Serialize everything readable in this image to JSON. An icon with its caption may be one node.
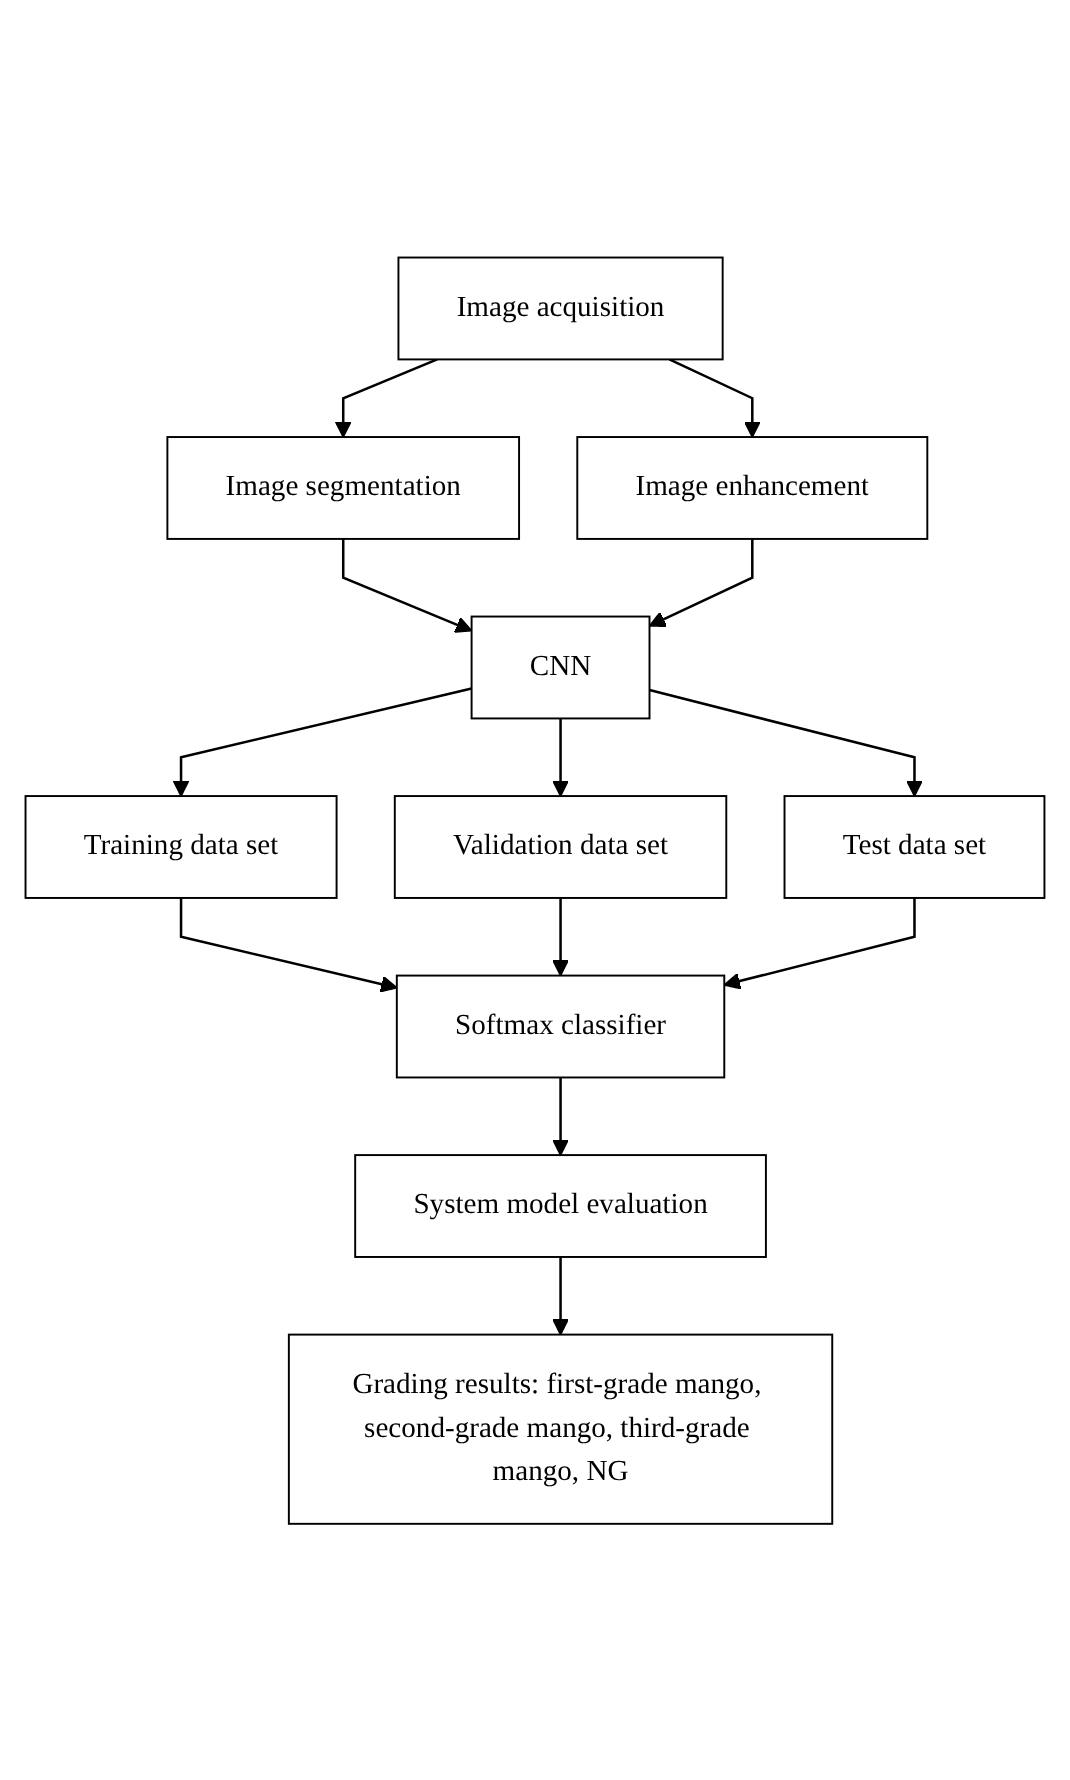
{
  "diagram": {
    "nodes": [
      {
        "text": [
          "Image acquisition"
        ]
      },
      {
        "text": [
          "Image segmentation"
        ]
      },
      {
        "text": [
          "Image enhancement"
        ]
      },
      {
        "text": [
          "CNN"
        ]
      },
      {
        "text": [
          "Training data set"
        ]
      },
      {
        "text": [
          "Validation data set"
        ]
      },
      {
        "text": [
          "Test data set"
        ]
      },
      {
        "text": [
          "Softmax classifier"
        ]
      },
      {
        "text": [
          "System model evaluation"
        ]
      },
      {
        "text": [
          "Grading results: first-grade mango, second-grade mango, third-grade mango, NG"
        ]
      }
    ],
    "edges": [
      {
        "from": 0,
        "to": 1,
        "arrow": "to"
      },
      {
        "from": 0,
        "to": 2,
        "arrow": "to"
      },
      {
        "from": 1,
        "to": 3,
        "arrow": "to"
      },
      {
        "from": 2,
        "to": 3,
        "arrow": "to"
      },
      {
        "from": 3,
        "to": 4,
        "arrow": "to"
      },
      {
        "from": 3,
        "to": 5,
        "arrow": "to"
      },
      {
        "from": 3,
        "to": 6,
        "arrow": "to"
      },
      {
        "from": 4,
        "to": 7,
        "arrow": "to"
      },
      {
        "from": 5,
        "to": 7,
        "arrow": "to"
      },
      {
        "from": 6,
        "to": 7,
        "arrow": "to"
      },
      {
        "from": 7,
        "to": 8,
        "arrow": "to"
      },
      {
        "from": 8,
        "to": 9,
        "arrow": "to"
      }
    ]
  }
}
